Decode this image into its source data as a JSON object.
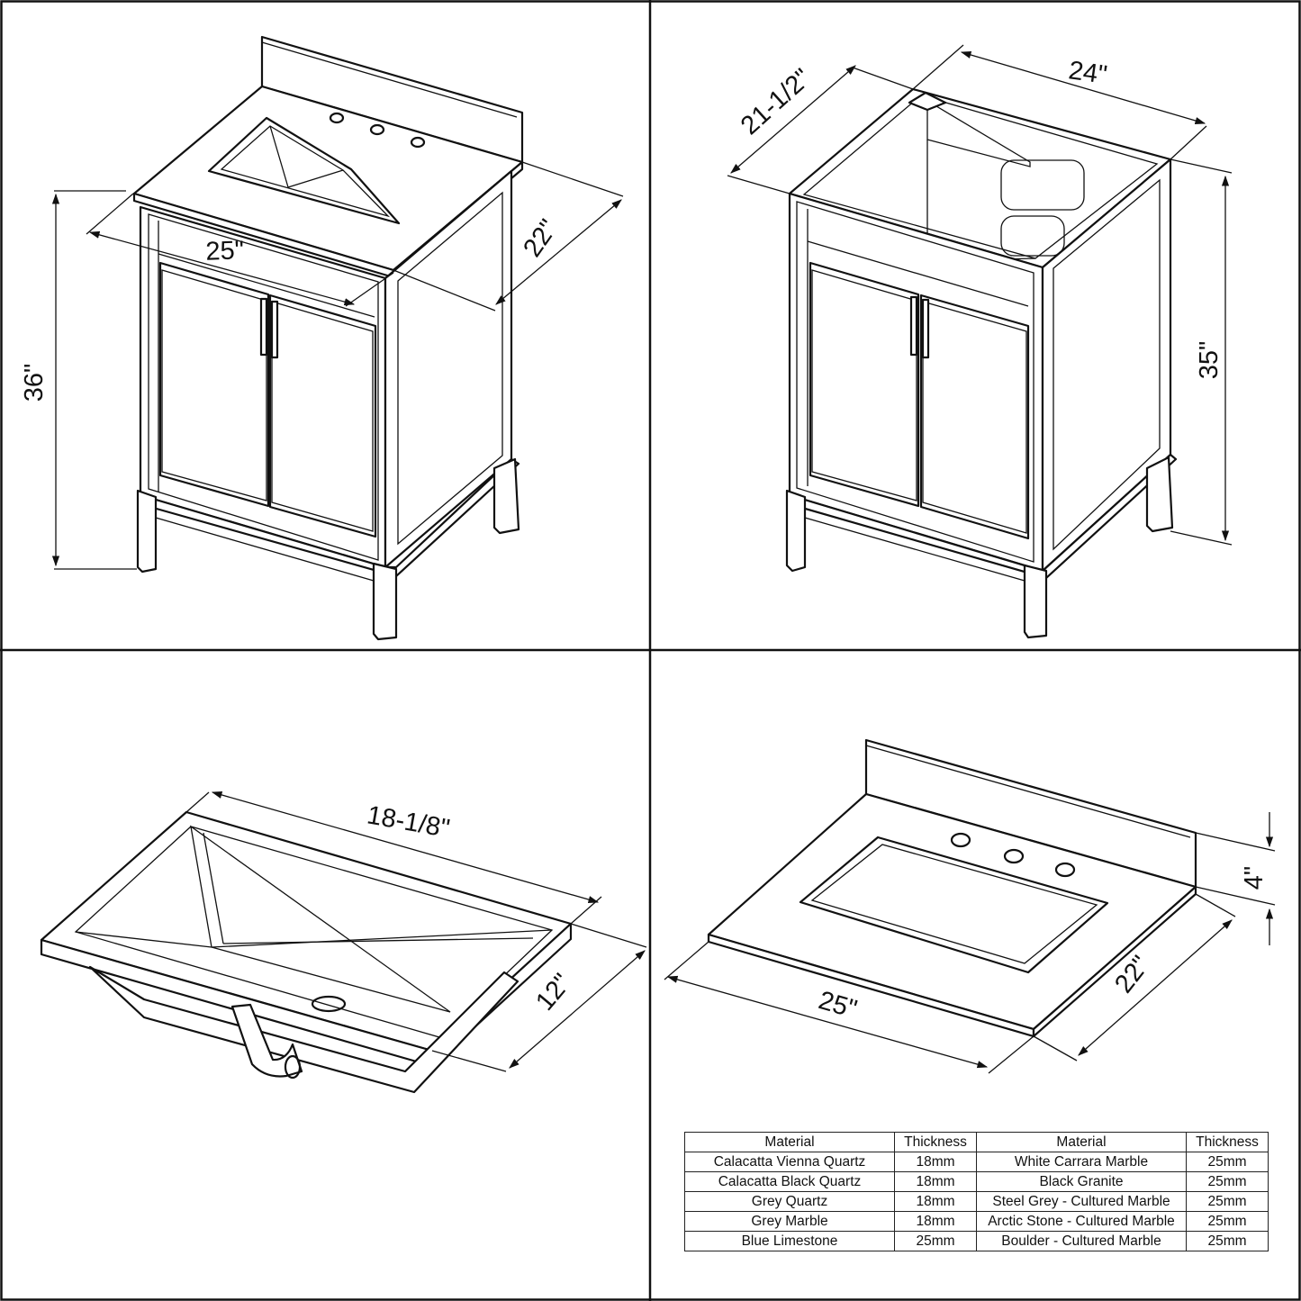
{
  "panels": {
    "vanity_with_top": {
      "width": "25\"",
      "depth": "22\"",
      "height": "36\""
    },
    "vanity_base": {
      "depth": "21-1/2\"",
      "width": "24\"",
      "height": "35\""
    },
    "sink": {
      "width": "18-1/8\"",
      "depth": "12\""
    },
    "countertop": {
      "backsplash_height": "4\"",
      "width": "25\"",
      "depth": "22\""
    }
  },
  "material_table": {
    "headers": [
      "Material",
      "Thickness",
      "Material",
      "Thickness"
    ],
    "rows": [
      [
        "Calacatta Vienna Quartz",
        "18mm",
        "White Carrara Marble",
        "25mm"
      ],
      [
        "Calacatta Black Quartz",
        "18mm",
        "Black Granite",
        "25mm"
      ],
      [
        "Grey Quartz",
        "18mm",
        "Steel Grey - Cultured Marble",
        "25mm"
      ],
      [
        "Grey Marble",
        "18mm",
        "Arctic Stone - Cultured Marble",
        "25mm"
      ],
      [
        "Blue Limestone",
        "25mm",
        "Boulder - Cultured Marble",
        "25mm"
      ]
    ]
  }
}
